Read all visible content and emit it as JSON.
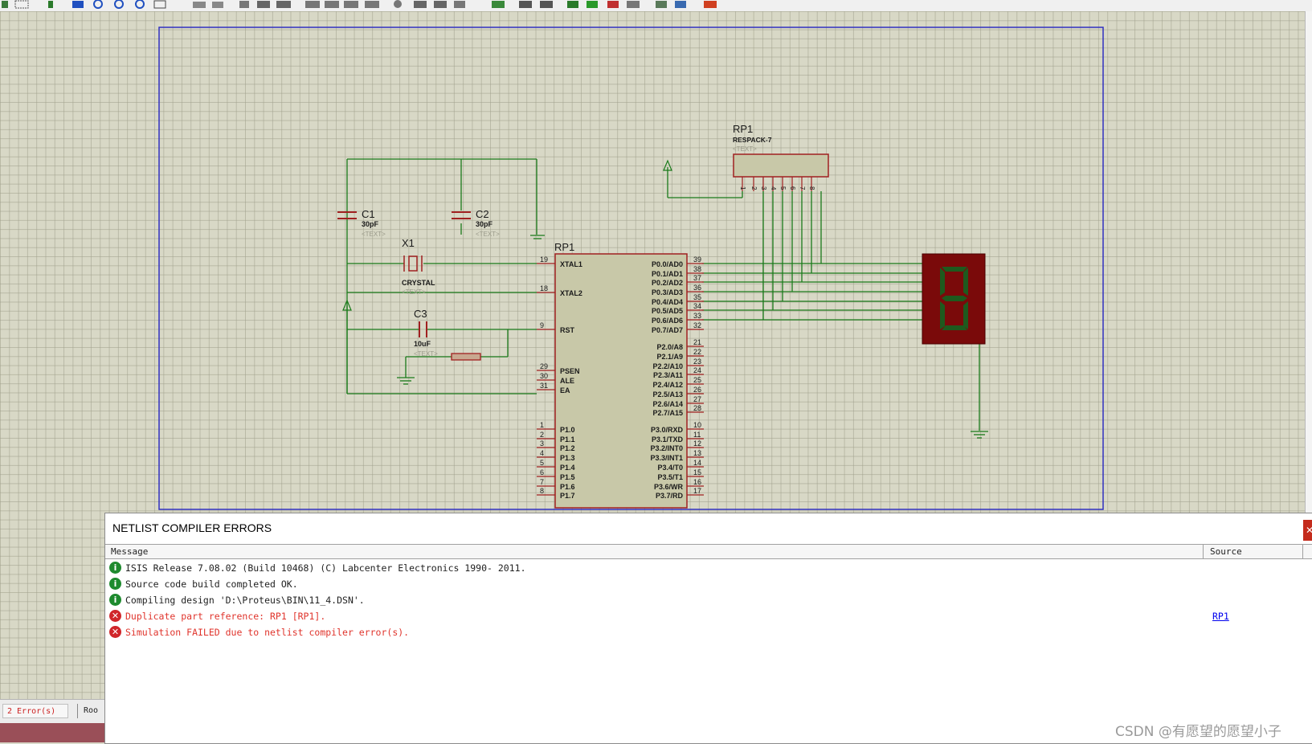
{
  "schematic": {
    "c1_ref": "C1",
    "c1_val": "30pF",
    "c2_ref": "C2",
    "c2_val": "30pF",
    "c3_ref": "C3",
    "c3_val": "10uF",
    "x1_ref": "X1",
    "x1_val": "CRYSTAL",
    "u1_ref": "RP1",
    "rp1_ref": "RP1",
    "rp1_val": "RESPACK-7",
    "text_placeholder": "<TEXT>",
    "left_pins": [
      {
        "num": "19",
        "name": "XTAL1"
      },
      {
        "num": "18",
        "name": "XTAL2"
      },
      {
        "num": "9",
        "name": "RST"
      },
      {
        "num": "29",
        "name": "PSEN"
      },
      {
        "num": "30",
        "name": "ALE"
      },
      {
        "num": "31",
        "name": "EA"
      },
      {
        "num": "1",
        "name": "P1.0"
      },
      {
        "num": "2",
        "name": "P1.1"
      },
      {
        "num": "3",
        "name": "P1.2"
      },
      {
        "num": "4",
        "name": "P1.3"
      },
      {
        "num": "5",
        "name": "P1.4"
      },
      {
        "num": "6",
        "name": "P1.5"
      },
      {
        "num": "7",
        "name": "P1.6"
      },
      {
        "num": "8",
        "name": "P1.7"
      }
    ],
    "right_pins": [
      {
        "num": "39",
        "name": "P0.0/AD0"
      },
      {
        "num": "38",
        "name": "P0.1/AD1"
      },
      {
        "num": "37",
        "name": "P0.2/AD2"
      },
      {
        "num": "36",
        "name": "P0.3/AD3"
      },
      {
        "num": "35",
        "name": "P0.4/AD4"
      },
      {
        "num": "34",
        "name": "P0.5/AD5"
      },
      {
        "num": "33",
        "name": "P0.6/AD6"
      },
      {
        "num": "32",
        "name": "P0.7/AD7"
      },
      {
        "num": "21",
        "name": "P2.0/A8"
      },
      {
        "num": "22",
        "name": "P2.1/A9"
      },
      {
        "num": "23",
        "name": "P2.2/A10"
      },
      {
        "num": "24",
        "name": "P2.3/A11"
      },
      {
        "num": "25",
        "name": "P2.4/A12"
      },
      {
        "num": "26",
        "name": "P2.5/A13"
      },
      {
        "num": "27",
        "name": "P2.6/A14"
      },
      {
        "num": "28",
        "name": "P2.7/A15"
      },
      {
        "num": "10",
        "name": "P3.0/RXD"
      },
      {
        "num": "11",
        "name": "P3.1/TXD"
      },
      {
        "num": "12",
        "name": "P3.2/INT0"
      },
      {
        "num": "13",
        "name": "P3.3/INT1"
      },
      {
        "num": "14",
        "name": "P3.4/T0"
      },
      {
        "num": "15",
        "name": "P3.5/T1"
      },
      {
        "num": "16",
        "name": "P3.6/WR"
      },
      {
        "num": "17",
        "name": "P3.7/RD"
      }
    ],
    "rp1_pins": [
      "1",
      "2",
      "3",
      "4",
      "5",
      "6",
      "7",
      "8"
    ],
    "display_digit": "8"
  },
  "dialog": {
    "title": "NETLIST COMPILER ERRORS",
    "col_message": "Message",
    "col_source": "Source",
    "rows": [
      {
        "type": "info",
        "icon": "info-icon",
        "text": "ISIS Release 7.08.02 (Build 10468) (C) Labcenter Electronics 1990- 2011.",
        "source": ""
      },
      {
        "type": "info",
        "icon": "info-icon",
        "text": "Source code build completed OK.",
        "source": ""
      },
      {
        "type": "info",
        "icon": "info-icon",
        "text": "Compiling design 'D:\\Proteus\\BIN\\11_4.DSN'.",
        "source": ""
      },
      {
        "type": "err",
        "icon": "error-icon",
        "text": "Duplicate part reference: RP1 [RP1].",
        "source": "RP1"
      },
      {
        "type": "err",
        "icon": "error-icon",
        "text": "Simulation FAILED due to netlist compiler error(s).",
        "source": ""
      }
    ]
  },
  "status": {
    "errors": "2 Error(s)",
    "root": "Roo"
  },
  "watermark": "CSDN @有愿望的愿望小子",
  "colors": {
    "wire": "#1a7a1a",
    "body": "#c8c8a8",
    "outline": "#a02020",
    "border": "#3030c0",
    "error": "#e0342c",
    "info": "#1e8a2e",
    "display_bg": "#7a0a0a",
    "segment": "#1e5a1e"
  }
}
